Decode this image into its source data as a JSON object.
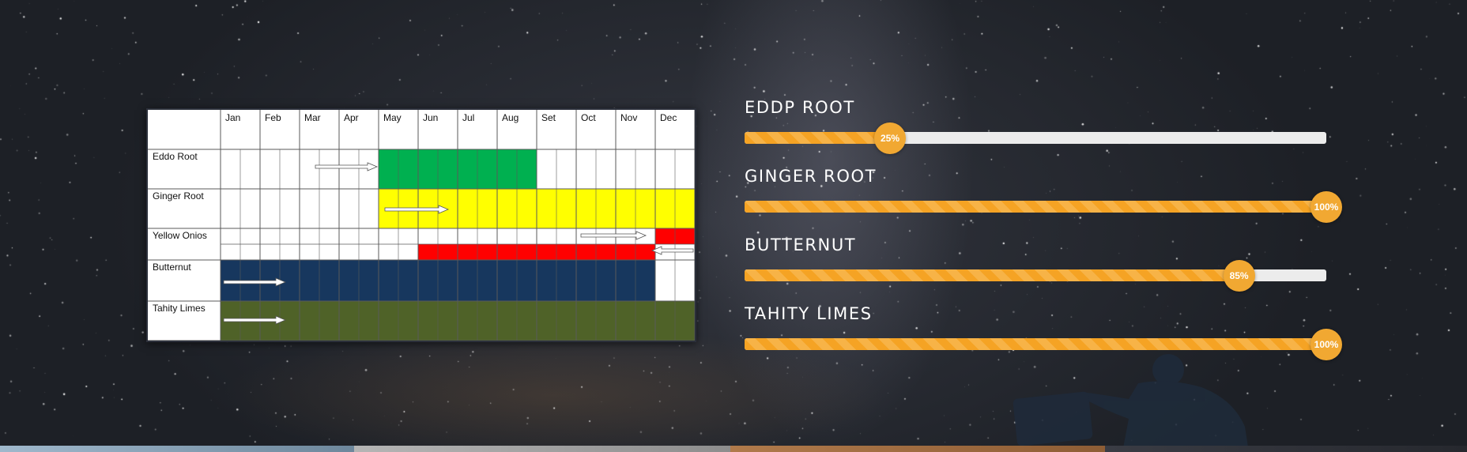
{
  "chart_data": {
    "type": "table",
    "months": [
      "Jan",
      "Feb",
      "Mar",
      "Apr",
      "May",
      "Jun",
      "Jul",
      "Aug",
      "Set",
      "Oct",
      "Nov",
      "Dec"
    ],
    "rows": [
      {
        "label": "Eddo Root",
        "color": "#00b050",
        "bars": [
          {
            "start": 5,
            "end": 8
          }
        ]
      },
      {
        "label": "Ginger Root",
        "color": "#ffff00",
        "bars": [
          {
            "start": 5,
            "end": 12
          }
        ]
      },
      {
        "label": "Yellow Onios",
        "color": "#ff0000",
        "bars": [
          {
            "start": 12,
            "end": 12
          },
          {
            "start": 6,
            "end": 11
          }
        ]
      },
      {
        "label": "Butternut",
        "color": "#17375e",
        "bars": [
          {
            "start": 1,
            "end": 11
          }
        ]
      },
      {
        "label": "Tahity Limes",
        "color": "#4f6228",
        "bars": [
          {
            "start": 1,
            "end": 12
          }
        ]
      }
    ]
  },
  "skills": [
    {
      "name": "EDDP ROOT",
      "percent": 25,
      "label": "25%"
    },
    {
      "name": "GINGER ROOT",
      "percent": 100,
      "label": "100%"
    },
    {
      "name": "BUTTERNUT",
      "percent": 85,
      "label": "85%"
    },
    {
      "name": "TAHITY LIMES",
      "percent": 100,
      "label": "100%"
    }
  ],
  "colors": {
    "accent": "#f5a324",
    "track": "#ececec"
  }
}
